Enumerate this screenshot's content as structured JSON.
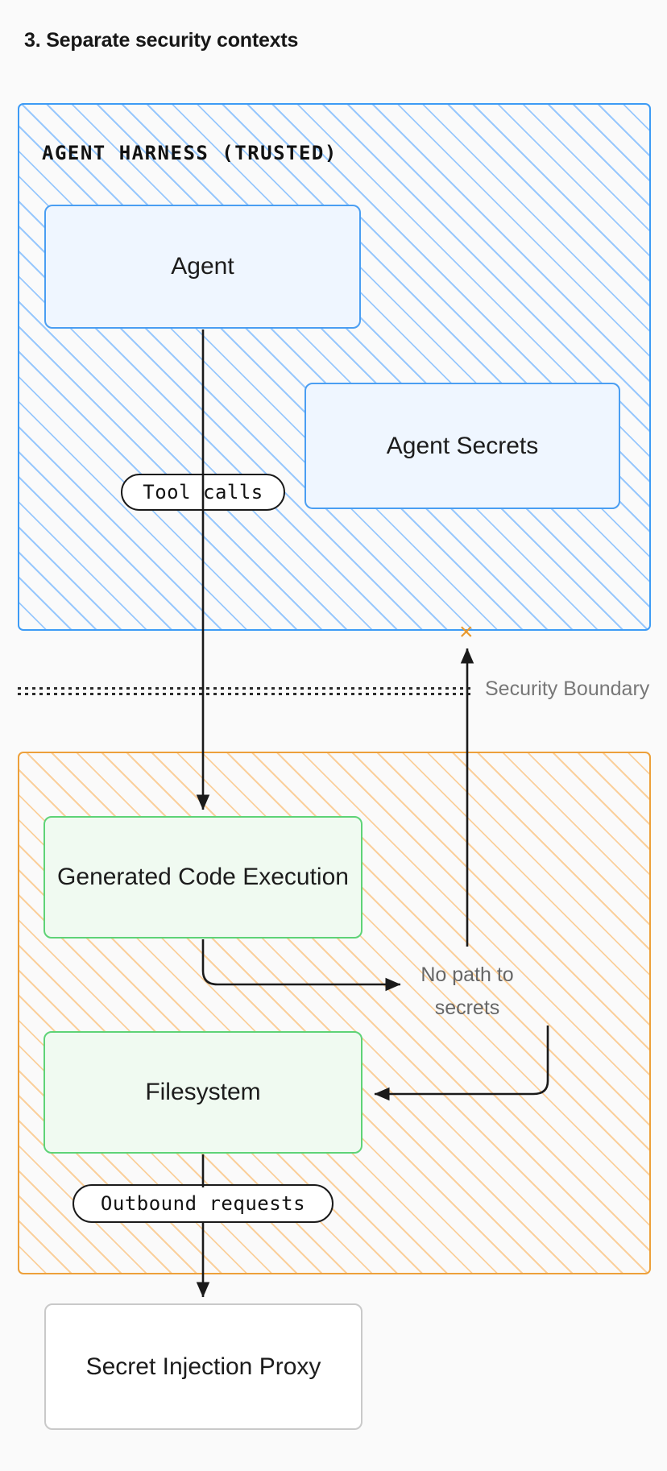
{
  "title": "3. Separate security contexts",
  "zones": {
    "trusted": {
      "label": "AGENT HARNESS (TRUSTED)",
      "border_color": "#3d9bf5",
      "hatch_color": "#93c5fd"
    },
    "untrusted": {
      "label": "",
      "border_color": "#eda03a",
      "hatch_color": "#fac88c"
    }
  },
  "nodes": {
    "agent": "Agent",
    "agent_secrets": "Agent Secrets",
    "generated_code": "Generated Code Execution",
    "filesystem": "Filesystem",
    "proxy": "Secret Injection Proxy"
  },
  "edge_labels": {
    "tool_calls": "Tool calls",
    "outbound_requests": "Outbound requests"
  },
  "annotations": {
    "security_boundary": "Security Boundary",
    "no_path_to_secrets": "No path to secrets",
    "blocked_marker": "×",
    "blocked_marker_color": "#e9992c"
  },
  "colors": {
    "page_background": "#fafafa",
    "trusted_border": "#3d9bf5",
    "trusted_node_fill": "#eff6ff",
    "untrusted_border": "#eda03a",
    "green_node_border": "#5ed377",
    "green_node_fill": "#f0faf1",
    "plain_node_border": "#c9c9c9",
    "edge_stroke": "#1a1a1a",
    "muted_text": "#777777"
  }
}
